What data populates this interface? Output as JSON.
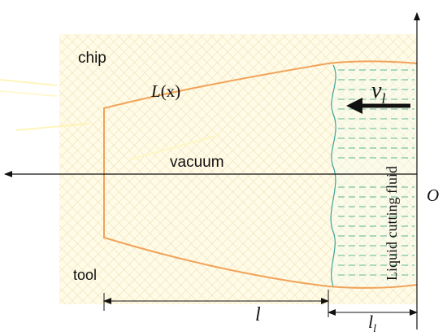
{
  "labels": {
    "chip": "chip",
    "tool": "tool",
    "vacuum": "vacuum",
    "liquid": "Liquid cutting fluid",
    "profile": "L(x)",
    "profile_main": "L",
    "profile_arg": "(x)",
    "velocity": "v",
    "velocity_sub": "l",
    "origin": "O",
    "dim_total": "l",
    "dim_liquid": "l",
    "dim_liquid_sub": "l"
  },
  "colors": {
    "background": "#fffbe6",
    "hatch": "#e8d8a8",
    "profile": "#f0a35a",
    "liquid_boundary": "#3aa39a",
    "liquid_dash": "#5cb48f",
    "axis": "#111111"
  }
}
